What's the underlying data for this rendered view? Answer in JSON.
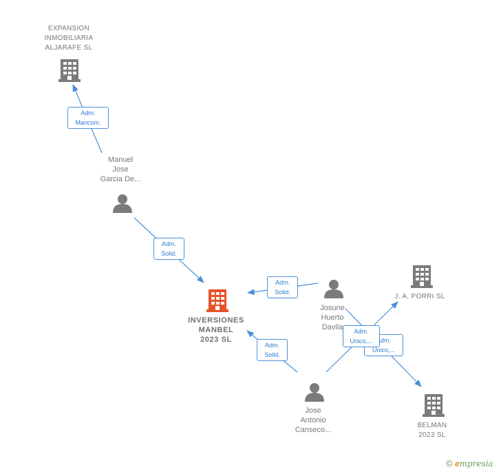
{
  "nodes": {
    "expansion": {
      "label": "EXPANSION\nINMOBILIARIA\nALJARAFE SL",
      "icon": "building-icon"
    },
    "manuel": {
      "label": "Manuel\nJose\nGarcia De...",
      "icon": "person-icon"
    },
    "inversiones": {
      "label": "INVERSIONES\nMANBEL\n2023  SL",
      "icon": "building-icon",
      "color": "#e8522a"
    },
    "josune": {
      "label": "Josune\nHuerto\nDavila",
      "icon": "person-icon"
    },
    "porri": {
      "label": "J. A. PORRI  SL",
      "icon": "building-icon"
    },
    "jose": {
      "label": "Jose\nAntonio\nCanseco...",
      "icon": "person-icon"
    },
    "belman": {
      "label": "BELMAN\n2023  SL",
      "icon": "building-icon"
    }
  },
  "relations": {
    "r1": "Adm.\nMancom.",
    "r2": "Adm.\nSolid.",
    "r3": "Adm.\nSolid.",
    "r4": "Adm.\nSolid.",
    "r5": "Adm.\nUnico,...",
    "r6": "Adm.\nUnico,..."
  },
  "brand": {
    "copyright": "©",
    "e": "e",
    "rest": "mpresia"
  },
  "colors": {
    "line": "#4a8fd6",
    "icon_gray": "#7b7b7b",
    "main_building": "#e8522a"
  }
}
